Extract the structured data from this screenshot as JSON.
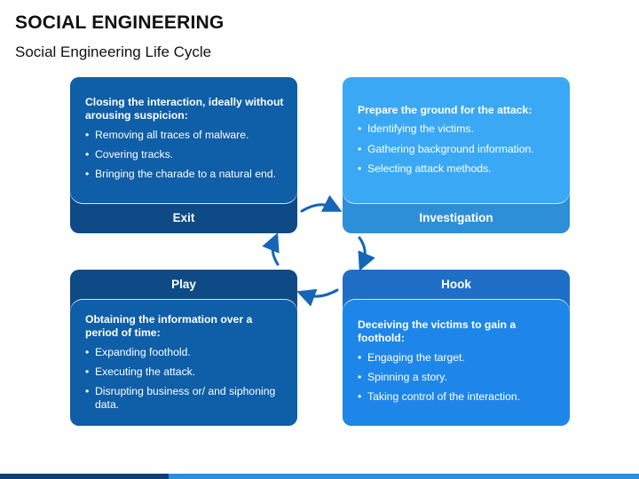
{
  "header": {
    "title": "SOCIAL ENGINEERING",
    "subtitle": "Social Engineering Life Cycle"
  },
  "cards": {
    "exit": {
      "label": "Exit",
      "heading": "Closing the interaction, ideally without arousing suspicion:",
      "bullets": [
        "Removing all traces of malware.",
        "Covering tracks.",
        "Bringing the charade to a natural end."
      ]
    },
    "investigation": {
      "label": "Investigation",
      "heading": "Prepare the ground for the attack:",
      "bullets": [
        "Identifying the victims.",
        "Gathering background information.",
        "Selecting attack methods."
      ]
    },
    "play": {
      "label": "Play",
      "heading": "Obtaining the information over a period of time:",
      "bullets": [
        "Expanding foothold.",
        "Executing the attack.",
        "Disrupting business or/ and siphoning data."
      ]
    },
    "hook": {
      "label": "Hook",
      "heading": "Deceiving the victims to gain a foothold:",
      "bullets": [
        "Engaging the target.",
        "Spinning a story.",
        "Taking control of the interaction."
      ]
    }
  },
  "colors": {
    "dark_blue": "#0f5ea8",
    "dark_blue_strip": "#0e4a86",
    "light_blue": "#3aa8f5",
    "light_blue_strip": "#2d8fd8",
    "mid_blue": "#1e86e8",
    "mid_blue_strip": "#1f6fc6",
    "arrow": "#1565b8"
  }
}
